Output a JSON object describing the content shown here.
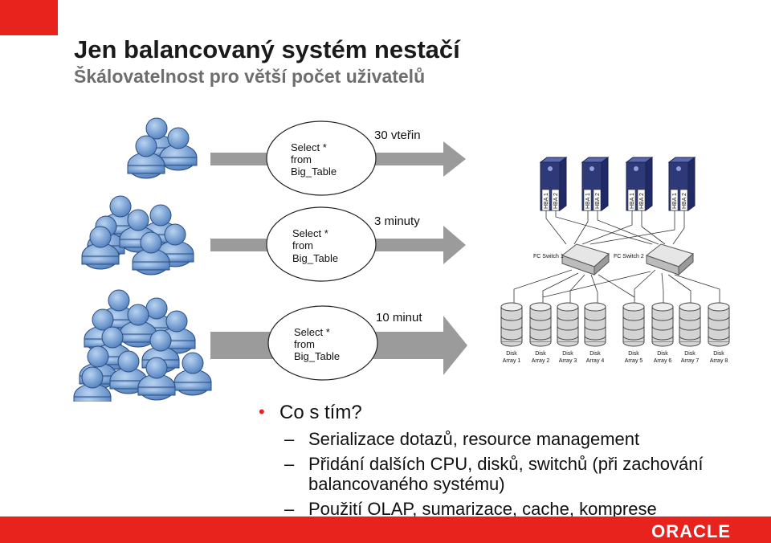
{
  "slide": {
    "title": "Jen balancovaný systém nestačí",
    "subtitle": "Škálovatelnost pro větší počet uživatelů"
  },
  "queries": [
    {
      "line1": "Select *",
      "line2": "from",
      "line3": "Big_Table",
      "time": "30 vteřin"
    },
    {
      "line1": "Select *",
      "line2": "from",
      "line3": "Big_Table",
      "time": "3 minuty"
    },
    {
      "line1": "Select *",
      "line2": "from",
      "line3": "Big_Table",
      "time": "10 minut"
    }
  ],
  "diagram": {
    "hba": [
      "HBA 1",
      "HBA 2"
    ],
    "switches": [
      "FC Switch 1",
      "FC Switch 2"
    ],
    "disk_word": "Disk",
    "arrays": [
      "Array 1",
      "Array 2",
      "Array 3",
      "Array 4",
      "Array 5",
      "Array 6",
      "Array 7",
      "Array 8"
    ]
  },
  "bullets": {
    "main": "Co s tím?",
    "subs": [
      "Serializace dotazů, resource management",
      "Přidání dalších CPU, disků, switchů (při zachování balancovaného systému)",
      "Použití OLAP, sumarizace, cache, komprese"
    ]
  },
  "footer": {
    "logo": "ORACLE"
  },
  "colors": {
    "accent": "#e8231e",
    "person": "#6f9fd6",
    "server": "#2e3a78",
    "disk": "#c8c8c8"
  }
}
